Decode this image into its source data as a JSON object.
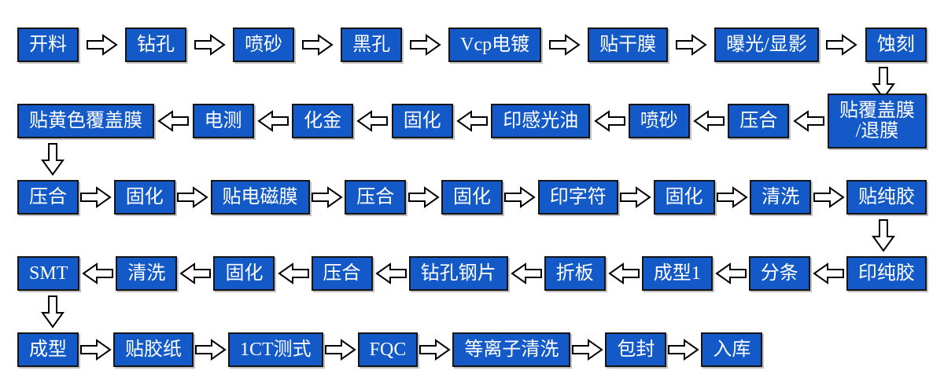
{
  "flow": {
    "title": "",
    "colors": {
      "box_fill": "#1359C7",
      "box_border": "#151515",
      "box_text": "#ffffff",
      "arrow_fill": "#ffffff",
      "arrow_outline": "#000000",
      "background": "#ffffff"
    },
    "icons": {
      "right_arrow": "block-arrow-right",
      "left_arrow": "block-arrow-left",
      "down_arrow": "block-arrow-down"
    },
    "rows": [
      {
        "direction": "right",
        "spread": true,
        "boxes": [
          "开料",
          "钻孔",
          "喷砂",
          "黑孔",
          "Vcp电镀",
          "贴干膜",
          "曝光/显影",
          "蚀刻"
        ]
      },
      {
        "direction": "left",
        "spread": true,
        "boxes": [
          "贴黄色覆盖膜",
          "电测",
          "化金",
          "固化",
          "印感光油",
          "喷砂",
          "压合",
          "贴覆盖膜\n/退膜"
        ]
      },
      {
        "direction": "right",
        "spread": true,
        "boxes": [
          "压合",
          "固化",
          "贴电磁膜",
          "压合",
          "固化",
          "印字符",
          "固化",
          "清洗",
          "贴纯胶"
        ]
      },
      {
        "direction": "left",
        "spread": true,
        "boxes": [
          "SMT",
          "清洗",
          "固化",
          "压合",
          "钻孔钢片",
          "折板",
          "成型1",
          "分条",
          "印纯胶"
        ]
      },
      {
        "direction": "right",
        "spread": false,
        "boxes": [
          "成型",
          "贴胶纸",
          "1CT测式",
          "FQC",
          "等离子清洗",
          "包封",
          "入库"
        ]
      }
    ],
    "connectors": [
      {
        "after_row": 0,
        "side": "right"
      },
      {
        "after_row": 1,
        "side": "left"
      },
      {
        "after_row": 2,
        "side": "right"
      },
      {
        "after_row": 3,
        "side": "left"
      }
    ]
  }
}
